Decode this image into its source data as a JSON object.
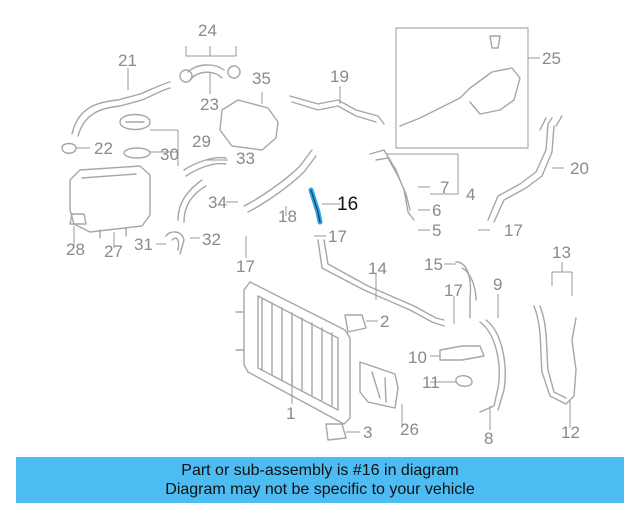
{
  "diagram": {
    "callouts": [
      "1",
      "2",
      "3",
      "4",
      "5",
      "6",
      "7",
      "8",
      "9",
      "10",
      "11",
      "12",
      "13",
      "14",
      "15",
      "16",
      "17",
      "17",
      "17",
      "17",
      "17",
      "18",
      "19",
      "20",
      "21",
      "22",
      "23",
      "24",
      "25",
      "26",
      "27",
      "28",
      "29",
      "30",
      "31",
      "32",
      "33",
      "34",
      "35"
    ],
    "highlighted_part": "16",
    "colors": {
      "part_stroke": "#a6a6a6",
      "highlight": "#2aa6e6",
      "label_gray": "#8a8a8a"
    }
  },
  "banner": {
    "line1": "Part or sub-assembly is #16 in diagram",
    "line2": "Diagram may not be specific to your vehicle",
    "background": "#4dbcf3"
  }
}
